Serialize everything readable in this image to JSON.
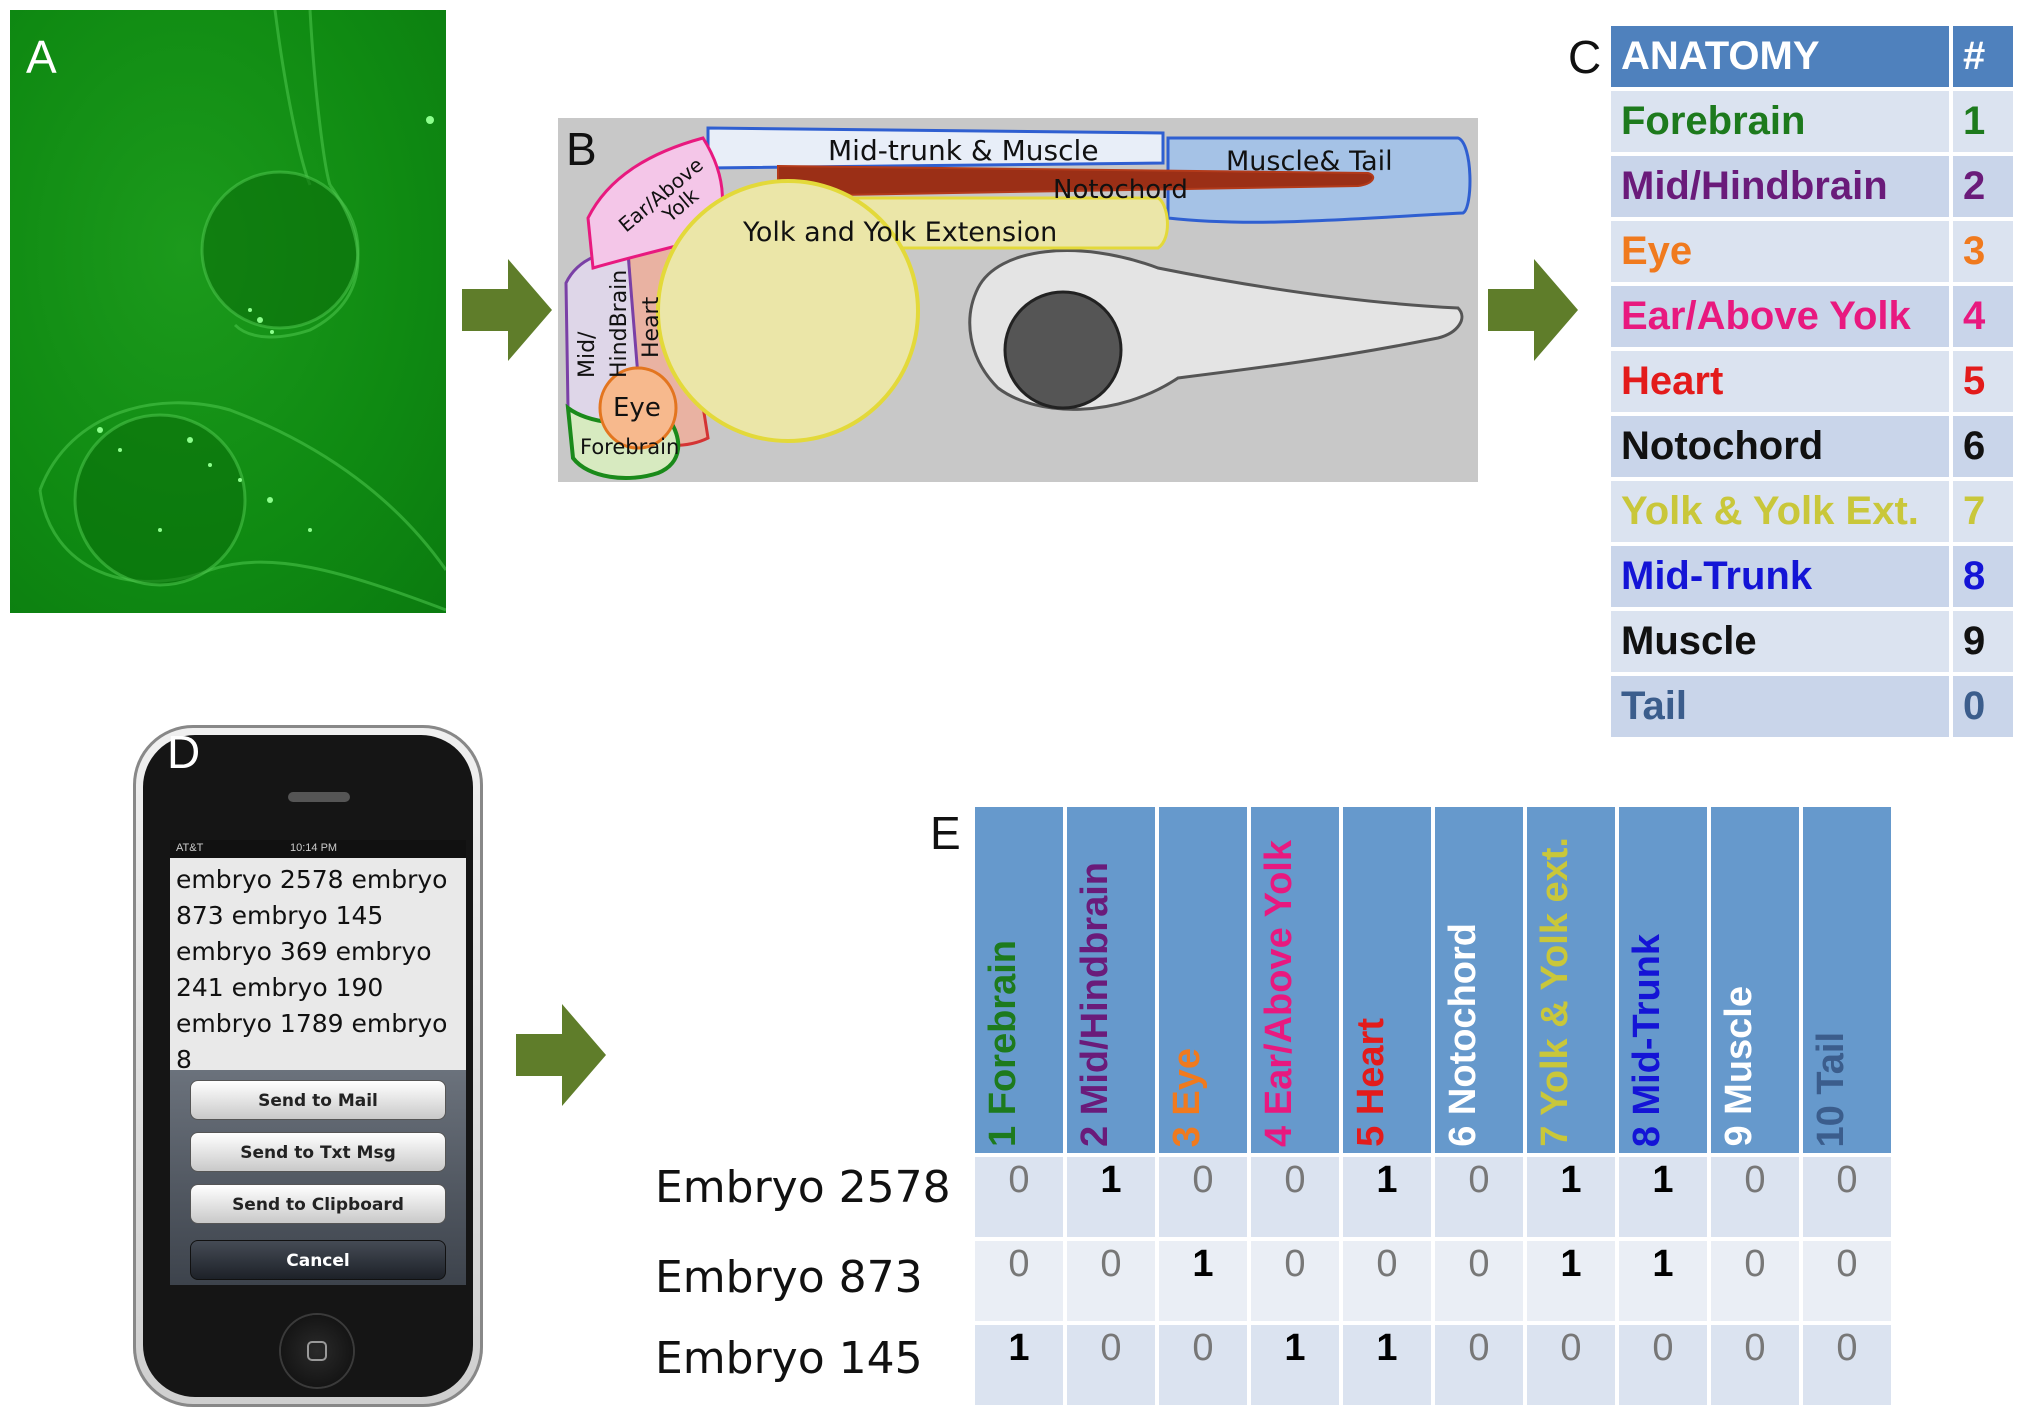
{
  "panels": {
    "a": "A",
    "b": "B",
    "c": "C",
    "d": "D",
    "e": "E"
  },
  "colors": {
    "arrow": "#5f7d2a",
    "forebrain": "#1d7a1d",
    "midhindbrain": "#6a1b7a",
    "eye": "#f07a1e",
    "ear": "#e8197f",
    "heart": "#e31b1b",
    "notochord": "#111111",
    "yolk": "#c9c73a",
    "midtrunk": "#1414d6",
    "muscle": "#111111",
    "tail": "#3b5d8c"
  },
  "diagram_b": {
    "mid_trunk_muscle": "Mid-trunk & Muscle",
    "muscle_tail": "Muscle& Tail",
    "notochord": "Notochord",
    "yolk": "Yolk and Yolk Extension",
    "ear_above": "Ear/Above",
    "yolk_small": "Yolk",
    "mid": "Mid/",
    "hindbrain": "HindBrain",
    "heart": "Heart",
    "eye": "Eye",
    "forebrain": "Forebrain"
  },
  "anatomy_table": {
    "header": {
      "name": "ANATOMY",
      "num": "#"
    },
    "rows": [
      {
        "name": "Forebrain",
        "num": "1",
        "color": "#1d7a1d"
      },
      {
        "name": "Mid/Hindbrain",
        "num": "2",
        "color": "#6a1b7a"
      },
      {
        "name": "Eye",
        "num": "3",
        "color": "#f07a1e"
      },
      {
        "name": "Ear/Above Yolk",
        "num": "4",
        "color": "#e8197f"
      },
      {
        "name": "Heart",
        "num": "5",
        "color": "#e31b1b"
      },
      {
        "name": "Notochord",
        "num": "6",
        "color": "#111111"
      },
      {
        "name": "Yolk & Yolk Ext.",
        "num": "7",
        "color": "#c9c73a"
      },
      {
        "name": "Mid-Trunk",
        "num": "8",
        "color": "#1414d6"
      },
      {
        "name": "Muscle",
        "num": "9",
        "color": "#111111"
      },
      {
        "name": "Tail",
        "num": "0",
        "color": "#3b5d8c"
      }
    ]
  },
  "phone": {
    "carrier": "AT&T",
    "time": "10:14 PM",
    "message": "embryo 2578 embryo\n873 embryo 145\nembryo 369 embryo\n241 embryo 190\nembryo 1789 embryo 8",
    "buttons": [
      "Send to Mail",
      "Send to Txt Msg",
      "Send to Clipboard"
    ],
    "cancel": "Cancel"
  },
  "matrix": {
    "columns": [
      {
        "label": "1 Forebrain",
        "color": "#1d7a1d"
      },
      {
        "label": "2 Mid/Hindbrain",
        "color": "#6a1b7a"
      },
      {
        "label": "3 Eye",
        "color": "#f07a1e"
      },
      {
        "label": "4 Ear/Above Yolk",
        "color": "#e8197f"
      },
      {
        "label": "5 Heart",
        "color": "#e31b1b"
      },
      {
        "label": "6 Notochord",
        "color": "#ffffff"
      },
      {
        "label": "7 Yolk & Yolk ext.",
        "color": "#c9c73a"
      },
      {
        "label": "8 Mid-Trunk",
        "color": "#1414d6"
      },
      {
        "label": "9 Muscle",
        "color": "#ffffff"
      },
      {
        "label": "10 Tail",
        "color": "#3b5d8c"
      }
    ],
    "rows": [
      {
        "label": "Embryo 2578",
        "values": [
          "0",
          "1",
          "0",
          "0",
          "1",
          "0",
          "1",
          "1",
          "0",
          "0"
        ]
      },
      {
        "label": "Embryo 873",
        "values": [
          "0",
          "0",
          "1",
          "0",
          "0",
          "0",
          "1",
          "1",
          "0",
          "0"
        ]
      },
      {
        "label": "Embryo 145",
        "values": [
          "1",
          "0",
          "0",
          "1",
          "1",
          "0",
          "0",
          "0",
          "0",
          "0"
        ]
      }
    ]
  }
}
